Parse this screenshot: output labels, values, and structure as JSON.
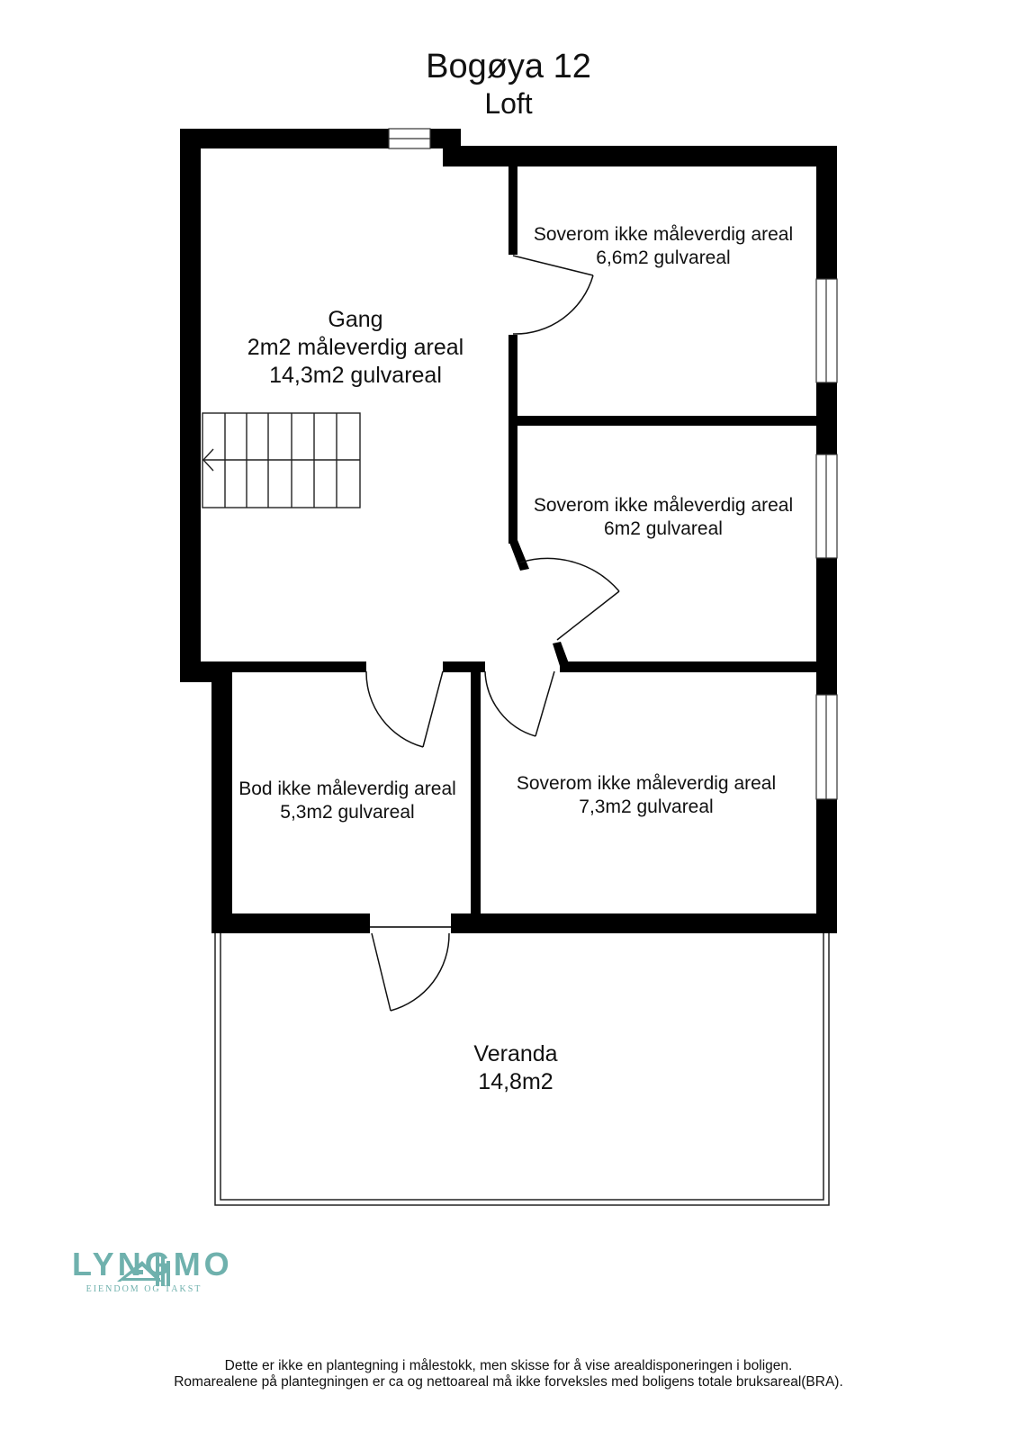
{
  "header": {
    "title": "Bogøya 12",
    "subtitle": "Loft"
  },
  "rooms": [
    {
      "id": "gang",
      "name": "Gang",
      "lines": [
        "Gang",
        "2m2 måleverdig areal",
        "14,3m2 gulvareal"
      ]
    },
    {
      "id": "soverom-1",
      "name": "Soverom",
      "lines": [
        "Soverom ikke måleverdig areal",
        "6,6m2 gulvareal"
      ]
    },
    {
      "id": "soverom-2",
      "name": "Soverom",
      "lines": [
        "Soverom ikke måleverdig areal",
        "6m2 gulvareal"
      ]
    },
    {
      "id": "bod",
      "name": "Bod",
      "lines": [
        "Bod ikke måleverdig areal",
        "5,3m2 gulvareal"
      ]
    },
    {
      "id": "soverom-3",
      "name": "Soverom",
      "lines": [
        "Soverom ikke måleverdig areal",
        "7,3m2 gulvareal"
      ]
    },
    {
      "id": "veranda",
      "name": "Veranda",
      "lines": [
        "Veranda",
        "14,8m2"
      ]
    }
  ],
  "plan": {
    "wall_color": "#000000",
    "background": "#ffffff",
    "icons": [
      "staircase-icon",
      "door-swing-icon",
      "window-icon"
    ]
  },
  "logo": {
    "name": "LYNGMO",
    "tagline": "EIENDOM OG TAKST",
    "color": "#6fb1ad",
    "icon": "house-buildings-icon"
  },
  "footer": {
    "disclaimer_line1": "Dette er ikke en plantegning i målestokk, men skisse for å vise  arealdisponeringen i boligen.",
    "disclaimer_line2": "Romarealene på plantegningen er ca og nettoareal må ikke forveksles med boligens totale bruksareal(BRA)."
  }
}
